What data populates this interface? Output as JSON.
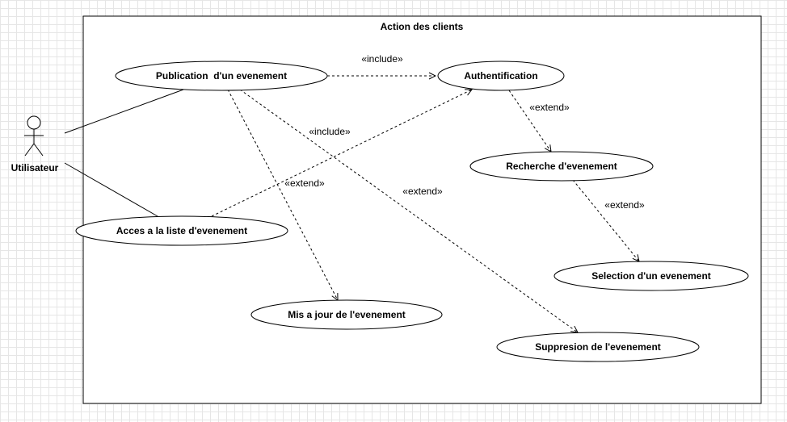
{
  "diagram": {
    "system_title": "Action des clients",
    "actor": {
      "name": "Utilisateur"
    },
    "use_cases": {
      "publication": "Publication  d'un evenement",
      "authentification": "Authentification",
      "recherche": "Recherche d'evenement",
      "selection": "Selection d'un evenement",
      "acces_liste": "Acces a la liste d'evenement",
      "mise_a_jour": "Mis a jour de l'evenement",
      "suppression": "Suppresion de l'evenement"
    },
    "relations": {
      "publication_to_auth": "«include»",
      "liste_to_auth": "«include»",
      "auth_to_recherche": "«extend»",
      "recherche_to_selection": "«extend»",
      "publication_to_maj": "«extend»",
      "publication_to_suppression": "«extend»"
    }
  }
}
